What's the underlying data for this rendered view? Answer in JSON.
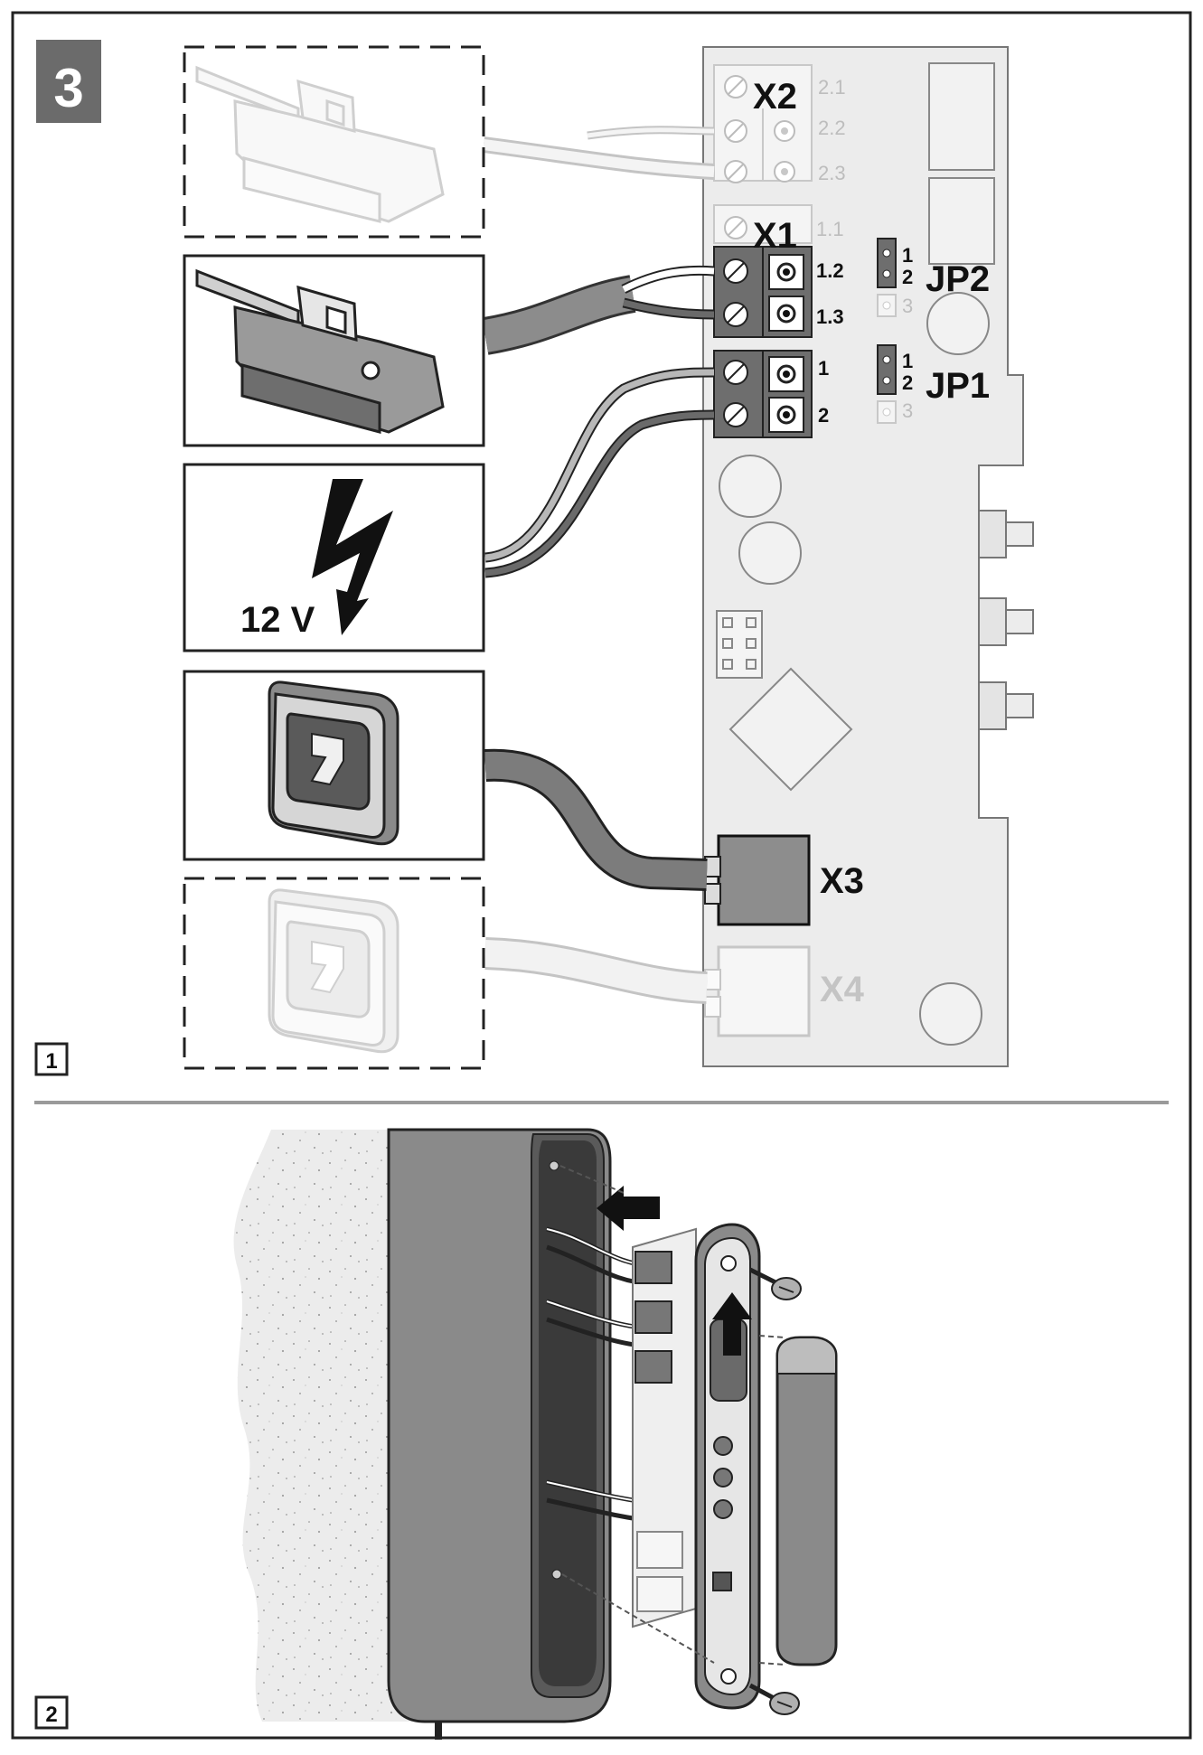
{
  "figure_number": "3",
  "panel_top_number": "1",
  "panel_bottom_number": "2",
  "voltage_label": "12 V",
  "connectors": {
    "x2": {
      "name": "X2",
      "pins": [
        "2.1",
        "2.2",
        "2.3"
      ]
    },
    "x1": {
      "name": "X1",
      "pins": [
        "1.1",
        "1.2",
        "1.3"
      ]
    },
    "power": {
      "pins": [
        "1",
        "2"
      ]
    },
    "x3": {
      "name": "X3"
    },
    "x4": {
      "name": "X4"
    }
  },
  "jumpers": {
    "jp2": {
      "name": "JP2",
      "pins": [
        "1",
        "2",
        "3"
      ]
    },
    "jp1": {
      "name": "JP1",
      "pins": [
        "1",
        "2",
        "3"
      ]
    }
  },
  "colors": {
    "dark_terminal": "#6e6e6e",
    "cable_dark": "#6a6a6a",
    "cable_light": "#b8b8b8",
    "faded": "#d6d6d6",
    "board": "#ececec",
    "wall": "#e6e6e6",
    "housing": "#8a8a8a"
  }
}
